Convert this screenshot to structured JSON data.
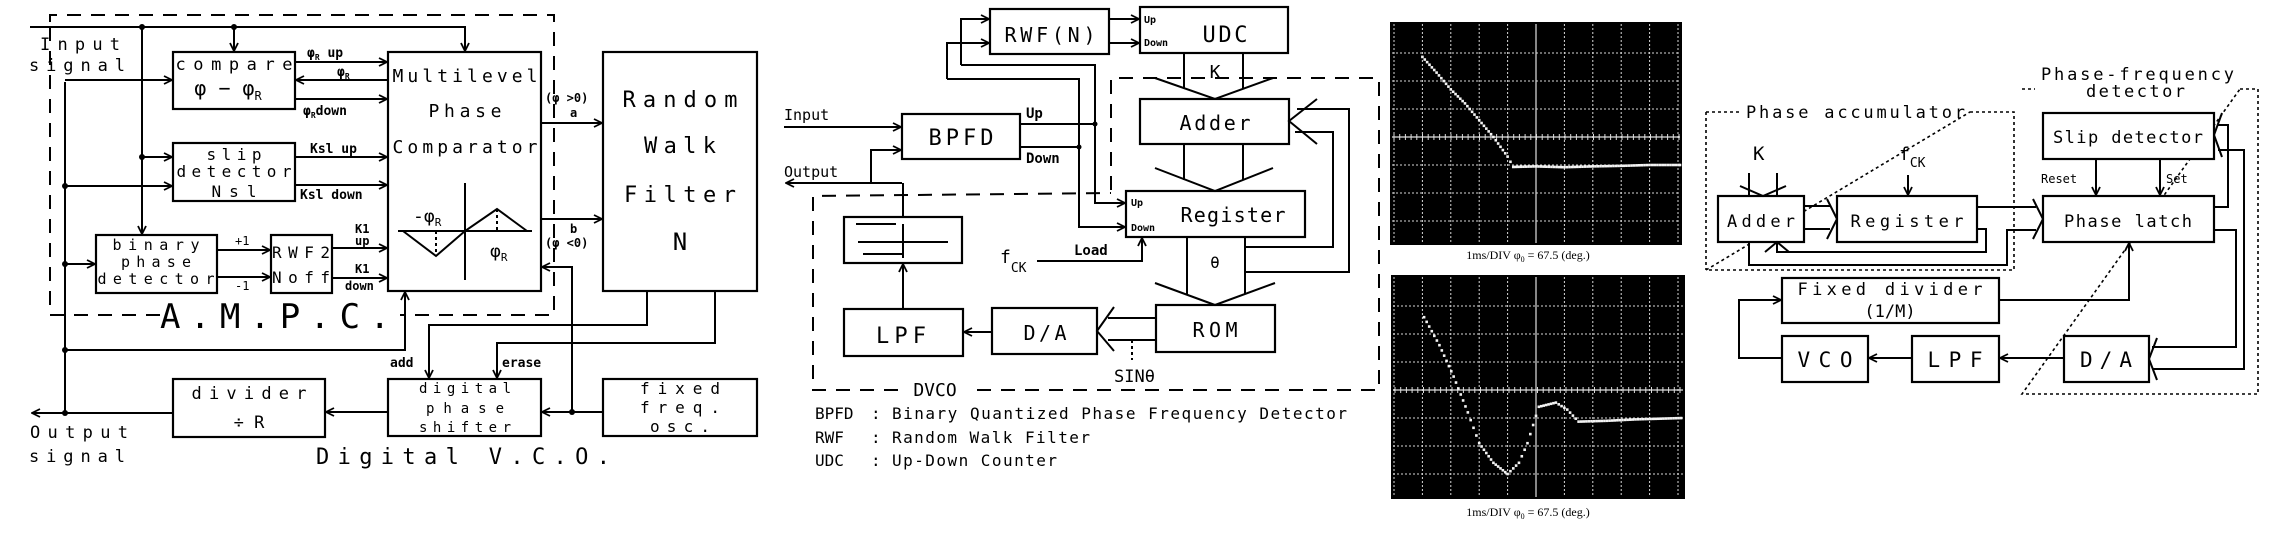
{
  "figure_ampc": {
    "input_label": [
      "Input",
      "signal"
    ],
    "output_label": [
      "Output",
      "signal"
    ],
    "compare": {
      "line1": "compare",
      "phi": "φ − φ",
      "sub": "R"
    },
    "phi_r_up": {
      "phi": "φ",
      "sub": "R",
      "text": " up"
    },
    "phi_r": {
      "phi": "φ",
      "sub": "R"
    },
    "phi_r_down": {
      "phi": "φ",
      "sub": "R",
      "text": "down"
    },
    "slip": [
      "slip",
      "detector",
      "Nsl"
    ],
    "ksl_up": "Ksl up",
    "ksl_down": "Ksl down",
    "binary": [
      "binary",
      "phase",
      "detector"
    ],
    "plus_one": "+1",
    "minus_one": "-1",
    "rwf2": [
      "RWF2",
      "Noff"
    ],
    "k1_up": [
      "K1",
      "up"
    ],
    "k1_down": [
      "K1",
      "down"
    ],
    "mpc": [
      "Multilevel",
      "Phase",
      "Comparator"
    ],
    "mpc_graph": {
      "neg": "-φ",
      "pos": "φ",
      "sub": "R"
    },
    "out_a": [
      "(φ >0)",
      "a"
    ],
    "out_b": [
      "b",
      "(φ <0)"
    ],
    "rwf": [
      "Random",
      "Walk",
      "Filter",
      "N"
    ],
    "ampc": "A.M.P.C.",
    "add": "add",
    "erase": "erase",
    "divider": [
      "divider",
      "÷ R"
    ],
    "dps": [
      "digital",
      "phase",
      "shifter"
    ],
    "osc": [
      "fixed",
      "freq.",
      "osc."
    ],
    "dvco": "Digital V.C.O."
  },
  "figure_dvco": {
    "rwf_n": "RWF(N)",
    "udc": "UDC",
    "up": "Up",
    "down": "Down",
    "k": "K",
    "adder": "Adder",
    "register": "Register",
    "theta": "θ",
    "rom": "ROM",
    "da": "D/A",
    "lpf": "LPF",
    "sin": "SINθ",
    "dvco": "DVCO",
    "bpfd": "BPFD",
    "input": "Input",
    "output": "Output",
    "f": "f",
    "ck": "CK",
    "load": "Load",
    "legend": [
      {
        "abbr": "BPFD",
        "sep": ":",
        "text": "Binary Quantized Phase Frequency Detector"
      },
      {
        "abbr": "RWF",
        "sep": ":",
        "text": "Random Walk Filter"
      },
      {
        "abbr": "UDC",
        "sep": ":",
        "text": "Up-Down Counter"
      }
    ]
  },
  "scopes": [
    {
      "caption": {
        "a": "1ms/DIV   φ",
        "sub": "0",
        "b": " = 67.5 (deg.)"
      },
      "x_unit": "ms/div",
      "y_unit": "div",
      "trace": [
        [
          1.0,
          2.86
        ],
        [
          1.5,
          2.3
        ],
        [
          2.0,
          1.7
        ],
        [
          2.5,
          1.2
        ],
        [
          3.0,
          0.6
        ],
        [
          3.5,
          0.0
        ],
        [
          4.0,
          -0.7
        ],
        [
          4.2,
          -1.07
        ],
        [
          5.0,
          -1.05
        ],
        [
          6.0,
          -1.08
        ],
        [
          7.0,
          -1.05
        ],
        [
          8.0,
          -1.03
        ],
        [
          9.0,
          -1.0
        ],
        [
          10.2,
          -1.0
        ]
      ]
    },
    {
      "caption": {
        "a": "1ms/DIV   φ",
        "sub": "0",
        "b": " = 67.5 (deg.)"
      },
      "x_unit": "ms/div",
      "y_unit": "div",
      "trace": [
        [
          1.06,
          2.6
        ],
        [
          1.6,
          1.6
        ],
        [
          2.1,
          0.48
        ],
        [
          2.6,
          -0.8
        ],
        [
          3.0,
          -1.9
        ],
        [
          3.5,
          -2.6
        ],
        [
          4.0,
          -3.0
        ],
        [
          4.4,
          -2.6
        ],
        [
          4.7,
          -1.9
        ],
        [
          5.1,
          -0.6
        ],
        [
          5.7,
          -0.45
        ],
        [
          6.1,
          -0.7
        ],
        [
          6.5,
          -1.13
        ],
        [
          7.5,
          -1.1
        ],
        [
          8.5,
          -1.05
        ],
        [
          10.2,
          -1.0
        ]
      ]
    }
  ],
  "figure_pll": {
    "phase_acc": "Phase accumulator",
    "pfd": [
      "Phase-frequency",
      "detector"
    ],
    "k": "K",
    "f": "f",
    "ck": "CK",
    "adder": "Adder",
    "register": "Register",
    "slip": "Slip detector",
    "reset": "Reset",
    "set": "Set",
    "latch": "Phase latch",
    "fixed": [
      "Fixed divider",
      "(1/M)"
    ],
    "vco": "VCO",
    "lpf": "LPF",
    "da": "D/A"
  }
}
